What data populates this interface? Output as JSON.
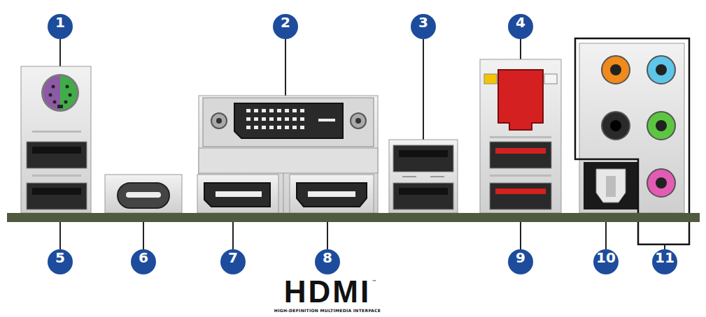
{
  "diagram": {
    "labels": [
      "1",
      "2",
      "3",
      "4",
      "5",
      "6",
      "7",
      "8",
      "9",
      "10",
      "11",
      "HDMI",
      "™",
      "HIGH-DEFINITION MULTIMEDIA INTERFACE"
    ]
  }
}
